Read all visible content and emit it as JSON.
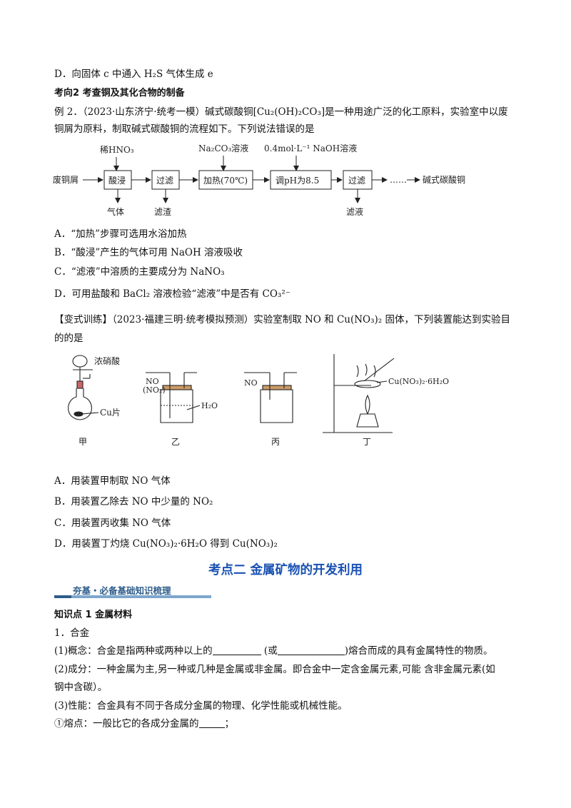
{
  "optionD_top": "D．向固体 c 中通入 H₂S 气体生成 e",
  "kaoxiang2": "考向2 考查铜及其化合物的制备",
  "example2_line1": "例 2．（2023·山东济宁·统考一模）碱式碳酸铜[Cu₂(OH)₂CO₃]是一种用途广泛的化工原料，实验室中以废",
  "example2_line2": "铜屑为原料，制取碱式碳酸铜的流程如下。下列说法错误的是",
  "flow": {
    "input": "废铜屑",
    "acid": "稀HNO₃",
    "na2co3": "Na₂CO₃溶液",
    "naoh": "0.4mol·L⁻¹ NaOH溶液",
    "step1": "酸浸",
    "step2": "过滤",
    "step3": "加热(70℃)",
    "step4": "调pH为8.5",
    "step5": "过滤",
    "dots": "……",
    "product": "碱式碳酸铜",
    "gas": "气体",
    "residue": "滤渣",
    "filtrate": "滤液"
  },
  "ex2_options": [
    "A．“加热”步骤可选用水浴加热",
    "B．“酸浸”产生的气体可用 NaOH 溶液吸收",
    "C．“滤液”中溶质的主要成分为 NaNO₃",
    "D．可用盐酸和 BaCl₂ 溶液检验“滤液”中是否有 CO₃²⁻"
  ],
  "variant_line1": "【变式训练】（2023·福建三明·统考模拟预测）实验室制取 NO 和 Cu(NO₃)₂ 固体，下列装置能达到实验目",
  "variant_line2": "的的是",
  "apparatus": {
    "jia": "甲",
    "yi": "乙",
    "bing": "丙",
    "ding": "丁",
    "conc_acid": "浓硝酸",
    "cu_piece": "Cu片",
    "no_no2_1": "NO",
    "no_no2_2": "(NO₂)",
    "h2o": "H₂O",
    "no": "NO",
    "salt": "Cu(NO₃)₂·6H₂O"
  },
  "variant_options": [
    "A．用装置甲制取 NO 气体",
    "B．用装置乙除去 NO 中少量的 NO₂",
    "C．用装置丙收集 NO 气体",
    "D．用装置丁灼烧 Cu(NO₃)₂·6H₂O 得到 Cu(NO₃)₂"
  ],
  "section_title": "考点二  金属矿物的开发利用",
  "banner_text": "夯基・必备基础知识梳理",
  "knowledge1": "知识点 1  金属材料",
  "alloy_heading": "1．合金",
  "concept_a": "(1)概念：合金是指两种或两种以上的",
  "concept_b": "(或",
  "concept_c": ")熔合而成的具有金属特性的物质。",
  "composition_1": "(2)成分：一种金属为主,另一种或几种是金属或非金属。即合金中一定含金属元素,可能  含非金属元素(如",
  "composition_2": "钢中含碳）。",
  "property": "(3)性能：合金具有不同于各成分金属的物理、化学性能或机械性能。",
  "melting_a": "①熔点：一般比它的各成分金属的",
  "melting_b": "；",
  "colors": {
    "title_blue": "#1a52b3",
    "banner_dark": "#2e5c8a"
  }
}
